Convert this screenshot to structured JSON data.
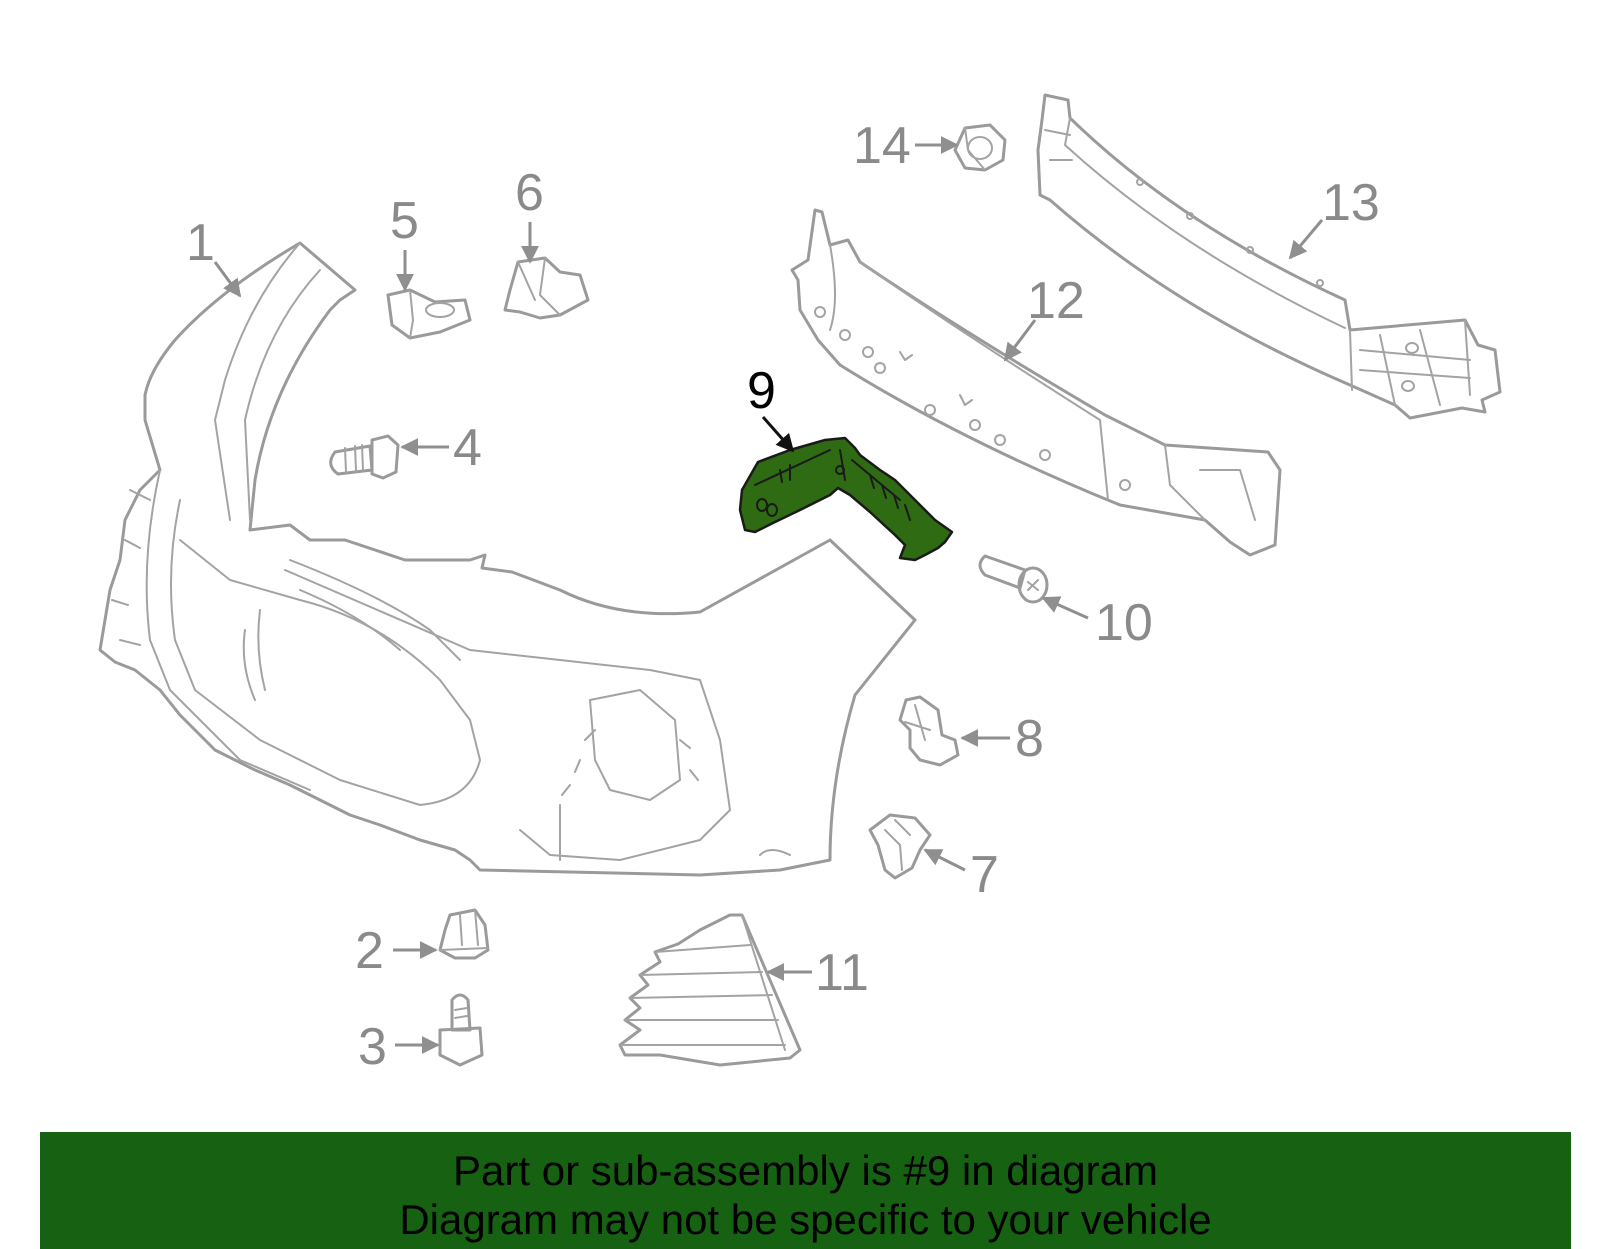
{
  "diagram": {
    "highlight_color": "#2e6b12",
    "line_color": "#9a9a9a",
    "highlighted_callout": "9",
    "callouts": [
      {
        "id": "c1",
        "label": "1"
      },
      {
        "id": "c2",
        "label": "2"
      },
      {
        "id": "c3",
        "label": "3"
      },
      {
        "id": "c4",
        "label": "4"
      },
      {
        "id": "c5",
        "label": "5"
      },
      {
        "id": "c6",
        "label": "6"
      },
      {
        "id": "c7",
        "label": "7"
      },
      {
        "id": "c8",
        "label": "8"
      },
      {
        "id": "c9",
        "label": "9"
      },
      {
        "id": "c10",
        "label": "10"
      },
      {
        "id": "c11",
        "label": "11"
      },
      {
        "id": "c12",
        "label": "12"
      },
      {
        "id": "c13",
        "label": "13"
      },
      {
        "id": "c14",
        "label": "14"
      }
    ]
  },
  "banner": {
    "background": "#166112",
    "line1": "Part or sub-assembly is #9 in diagram",
    "line2": "Diagram may not be specific to your vehicle"
  }
}
